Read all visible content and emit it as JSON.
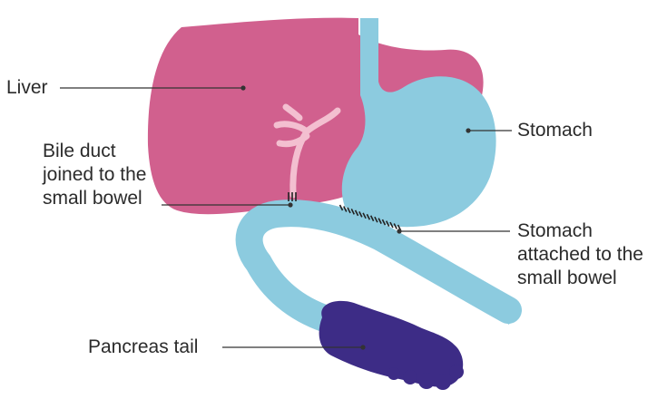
{
  "labels": {
    "liver": "Liver",
    "stomach": "Stomach",
    "bile_duct": [
      "Bile duct",
      "joined to the",
      "small bowel"
    ],
    "stomach_attached": [
      "Stomach",
      "attached to the",
      "small bowel"
    ],
    "pancreas_tail": "Pancreas tail"
  },
  "colors": {
    "liver": "#d1608e",
    "stomach": "#8ccbdf",
    "small_bowel": "#8ccbdf",
    "bile_duct": "#f3bfd0",
    "pancreas": "#3d2c86",
    "pointer_line": "#333333",
    "text": "#2b2b2b"
  }
}
